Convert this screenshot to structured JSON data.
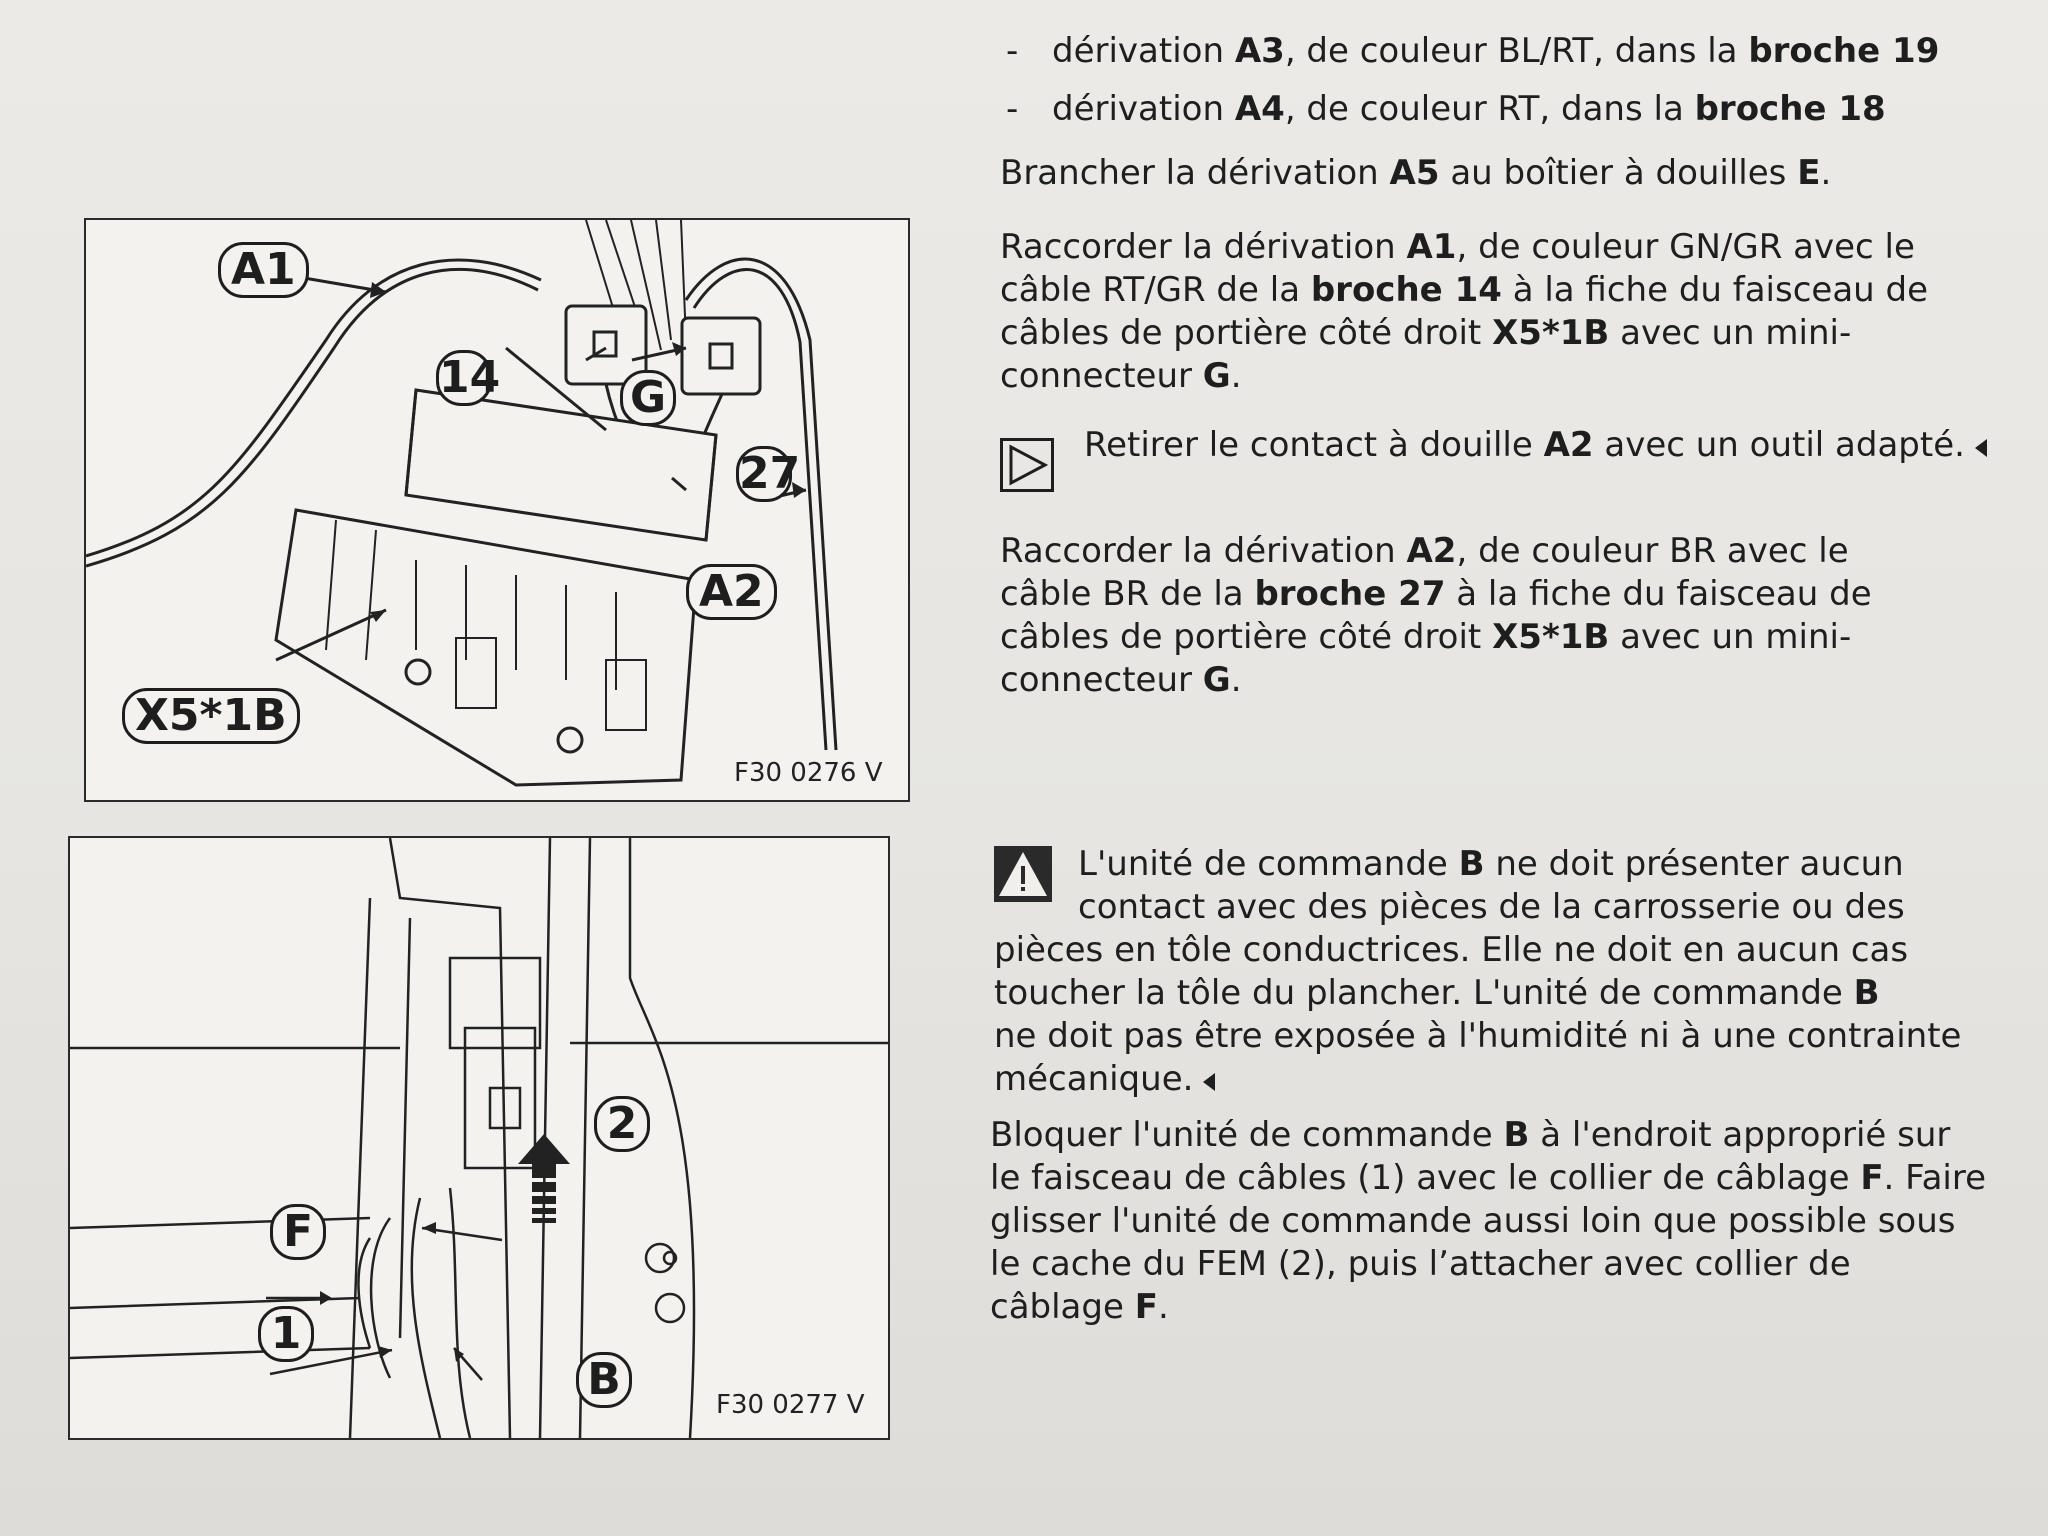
{
  "top_list": {
    "item1": {
      "pre": "dérivation ",
      "a": "A3",
      "mid": ", de couleur BL/RT, dans la ",
      "b": "broche 19"
    },
    "item2": {
      "pre": "dérivation ",
      "a": "A4",
      "mid": ", de couleur RT, dans la ",
      "b": "broche 18"
    }
  },
  "para_a5": {
    "pre": "Brancher la dérivation ",
    "a": "A5",
    "mid": " au boîtier à douilles ",
    "b": "E",
    "post": "."
  },
  "para_a1": {
    "l1_pre": "Raccorder la dérivation ",
    "l1_b": "A1",
    "l1_post": ", de couleur GN/GR avec le",
    "l2_pre": "câble RT/GR de la ",
    "l2_b": "broche 14",
    "l2_post": " à la fiche du faisceau de",
    "l3_pre": "câbles de portière côté droit ",
    "l3_b": "X5*1B",
    "l3_post": " avec un mini-",
    "l4_pre": "connecteur ",
    "l4_b": "G",
    "l4_post": "."
  },
  "note": {
    "pre": "Retirer le contact à douille ",
    "b": "A2",
    "post": " avec un outil adapté."
  },
  "para_a2": {
    "l1_pre": "Raccorder la dérivation ",
    "l1_b": "A2",
    "l1_post": ", de couleur BR avec le",
    "l2_pre": "câble BR de la ",
    "l2_b": "broche 27",
    "l2_post": " à la fiche du faisceau de",
    "l3_pre": "câbles de portière côté droit ",
    "l3_b": "X5*1B",
    "l3_post": " avec un mini-",
    "l4_pre": "connecteur ",
    "l4_b": "G",
    "l4_post": "."
  },
  "warning": {
    "l1_pre": "L'unité de commande ",
    "l1_b": "B",
    "l1_post": " ne doit présenter aucun",
    "l2": "contact avec des pièces de la carrosserie ou des",
    "l3": "pièces en tôle conductrices. Elle ne doit en aucun cas",
    "l4": "toucher la tôle du plancher. L'unité de commande ",
    "l4_b": "B",
    "l5": "ne doit pas être exposée à l'humidité ni à une contrainte",
    "l6": "mécanique."
  },
  "para_block": {
    "l1_pre": "Bloquer l'unité de commande ",
    "l1_b": "B",
    "l1_post": " à l'endroit approprié sur",
    "l2_pre": "le faisceau de câbles (1) avec le collier de câblage ",
    "l2_b": "F",
    "l2_post": ". Faire",
    "l3": "glisser l'unité de commande aussi loin que possible sous",
    "l4": "le cache du FEM (2), puis l’attacher avec collier de",
    "l5_pre": "câblage ",
    "l5_b": "F",
    "l5_post": "."
  },
  "figure1": {
    "ref": "F30 0276 V",
    "callouts": {
      "a1": "A1",
      "c14": "14",
      "g": "G",
      "c27": "27",
      "a2": "A2",
      "x5": "X5*1B"
    }
  },
  "figure2": {
    "ref": "F30 0277 V",
    "callouts": {
      "c2": "2",
      "f": "F",
      "c1": "1",
      "b": "B"
    }
  },
  "icons": {
    "note": "play-triangle-icon",
    "warning": "warning-triangle-icon",
    "end": "end-marker-icon"
  }
}
